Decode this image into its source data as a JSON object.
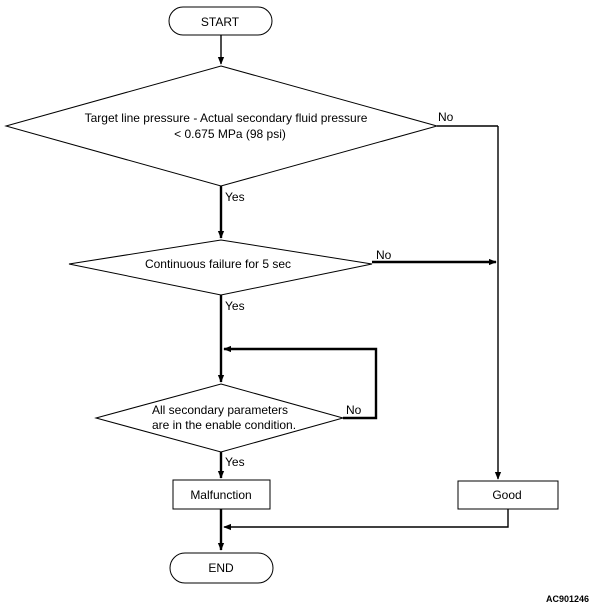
{
  "nodes": {
    "start": "START",
    "decision1_line1": "Target line pressure - Actual secondary fluid pressure",
    "decision1_line2": "< 0.675 MPa (98 psi)",
    "decision2": "Continuous failure for 5 sec",
    "decision3_line1": "All secondary parameters",
    "decision3_line2": "are in the enable condition.",
    "malfunction": "Malfunction",
    "good": "Good",
    "end": "END"
  },
  "edges": {
    "d1_yes": "Yes",
    "d1_no": "No",
    "d2_yes": "Yes",
    "d2_no": "No",
    "d3_yes": "Yes",
    "d3_no": "No"
  },
  "figure_id": "AC901246"
}
